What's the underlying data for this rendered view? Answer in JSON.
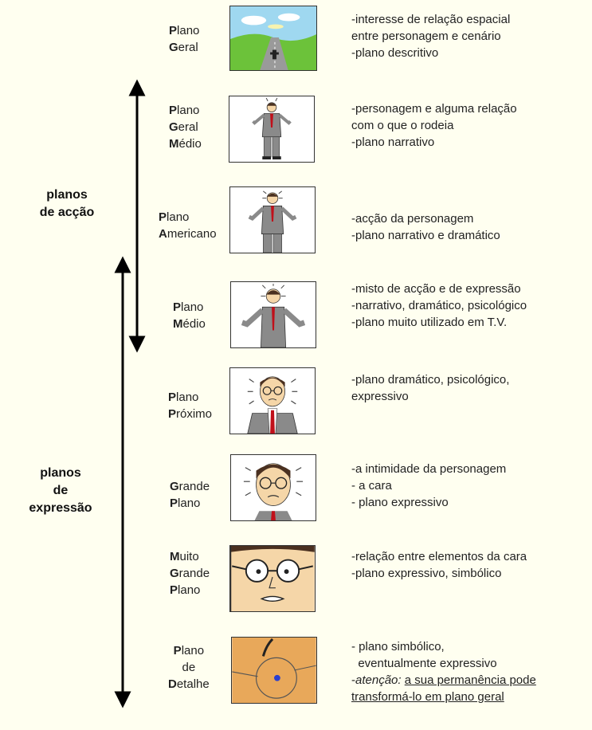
{
  "groups": {
    "accao": {
      "lines": [
        "planos",
        "de acção"
      ]
    },
    "expressao": {
      "lines": [
        "planos",
        "de",
        "expressão"
      ]
    }
  },
  "rows": [
    {
      "id": "plano-geral",
      "name": [
        [
          "P",
          "lano"
        ],
        [
          "G",
          "eral"
        ]
      ],
      "notes": [
        "-interesse de relação espacial",
        "entre personagem e cenário",
        "-plano descritivo"
      ]
    },
    {
      "id": "plano-geral-medio",
      "name": [
        [
          "P",
          "lano"
        ],
        [
          "G",
          "eral"
        ],
        [
          "M",
          "édio"
        ]
      ],
      "notes": [
        "-personagem e alguma relação",
        " com o que o rodeia",
        "-plano narrativo"
      ]
    },
    {
      "id": "plano-americano",
      "name": [
        [
          "P",
          "lano"
        ],
        [
          "A",
          "mericano"
        ]
      ],
      "notes": [
        "-acção da personagem",
        "-plano narrativo e dramático"
      ]
    },
    {
      "id": "plano-medio",
      "name": [
        [
          "P",
          "lano"
        ],
        [
          "M",
          "édio"
        ]
      ],
      "notes": [
        "-misto de acção e de expressão",
        "-narrativo, dramático, psicológico",
        "-plano muito utilizado em T.V."
      ]
    },
    {
      "id": "plano-proximo",
      "name": [
        [
          "P",
          "lano"
        ],
        [
          "P",
          "róximo"
        ]
      ],
      "notes": [
        "-plano dramático, psicológico,",
        " expressivo"
      ]
    },
    {
      "id": "grande-plano",
      "name": [
        [
          "G",
          "rande"
        ],
        [
          "P",
          "lano"
        ]
      ],
      "notes": [
        "-a intimidade da personagem",
        "- a cara",
        "- plano expressivo"
      ]
    },
    {
      "id": "muito-grande-plano",
      "name": [
        [
          "M",
          "uito"
        ],
        [
          "G",
          "rande"
        ],
        [
          "P",
          "lano"
        ]
      ],
      "notes": [
        "-relação entre elementos da cara",
        "-plano expressivo, simbólico"
      ]
    },
    {
      "id": "plano-de-detalhe",
      "name": [
        [
          "P",
          "lano"
        ],
        [
          "",
          "de"
        ],
        [
          "D",
          "etalhe"
        ]
      ],
      "notes": [
        "- plano simbólico,",
        "  eventualmente expressivo"
      ],
      "attention": {
        "prefix": "-",
        "label": "atenção:",
        "underlined_1": "a sua permanência pode",
        "underlined_2": "transformá-lo em plano geral"
      }
    }
  ],
  "colors": {
    "background": "#fffff0",
    "sky": "#9fd8f0",
    "grass": "#6cc23a",
    "road": "#9a9a9a",
    "detail_bg": "#e8a85a",
    "eye_blue": "#2a3fd0",
    "tie_red": "#c0101a",
    "suit_grey": "#8a8a8a",
    "skin": "#f5d6a8",
    "hair": "#4a3020"
  }
}
